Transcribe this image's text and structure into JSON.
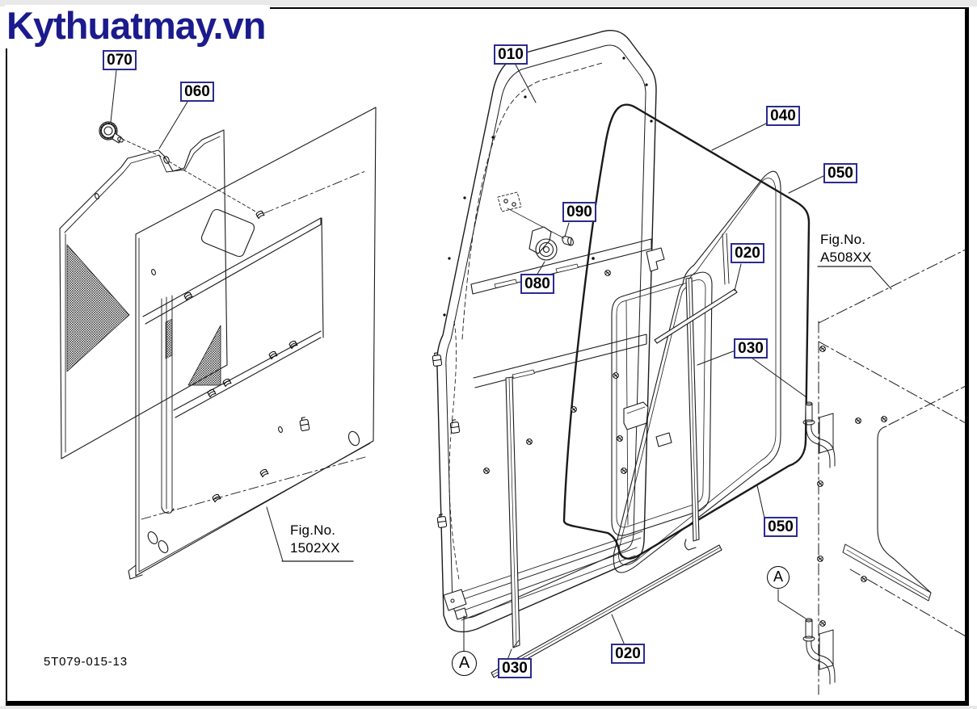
{
  "page": {
    "logo_text": "Kythuatmay.vn",
    "drawing_number": "5T079-015-13",
    "colors": {
      "brand": "#1b1b8e",
      "callout_border": "#2b2b8f",
      "line": "#1a1a1a",
      "page_bg": "#ffffff",
      "outer_bg": "#e9e9e9"
    }
  },
  "callouts": [
    {
      "label": "070"
    },
    {
      "label": "060"
    },
    {
      "label": "010"
    },
    {
      "label": "040"
    },
    {
      "label": "050"
    },
    {
      "label": "090"
    },
    {
      "label": "020"
    },
    {
      "label": "080"
    },
    {
      "label": "030"
    },
    {
      "label": "050"
    },
    {
      "label": "030"
    },
    {
      "label": "020"
    }
  ],
  "detail_markers": [
    {
      "label": "A"
    },
    {
      "label": "A"
    }
  ],
  "figure_references": [
    {
      "prefix": "Fig.No.",
      "number": "A508XX"
    },
    {
      "prefix": "Fig.No.",
      "number": "1502XX"
    }
  ]
}
